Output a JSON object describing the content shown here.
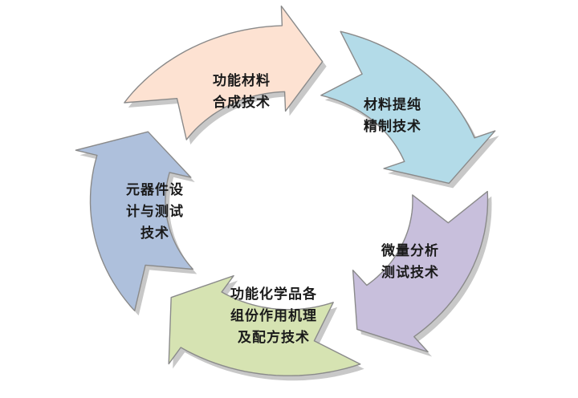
{
  "cycle": {
    "segments": [
      {
        "id": "synthesis",
        "lines": [
          "功能材料",
          "合成技术"
        ],
        "color": "#fde2d2"
      },
      {
        "id": "purification",
        "lines": [
          "材料提纯",
          "精制技术"
        ],
        "color": "#b3dbe8"
      },
      {
        "id": "microanalysis",
        "lines": [
          "微量分析",
          "测试技术"
        ],
        "color": "#c8bfdc"
      },
      {
        "id": "formulation",
        "lines": [
          "功能化学品各",
          "组份作用机理",
          "及配方技术"
        ],
        "color": "#d6e3b2"
      },
      {
        "id": "device",
        "lines": [
          "元器件设",
          "计与测试",
          "技术"
        ],
        "color": "#aec0dc"
      }
    ]
  }
}
